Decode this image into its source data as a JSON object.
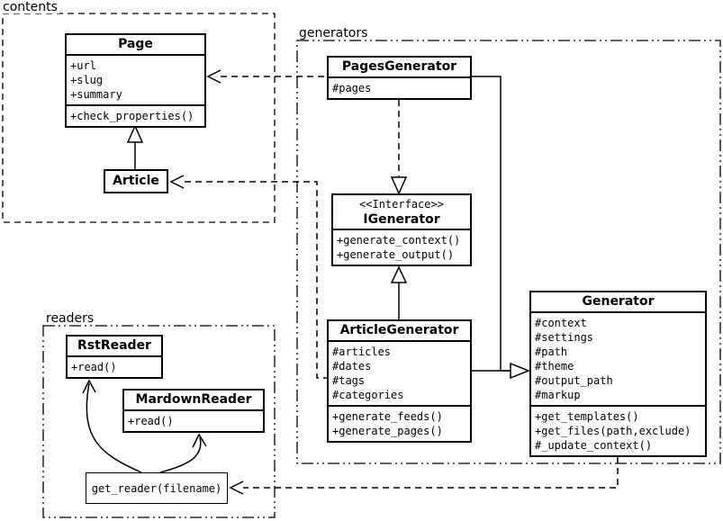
{
  "colors": {
    "stroke": "#000000",
    "background": "#ffffff"
  },
  "packages": {
    "contents": {
      "label": "contents"
    },
    "generators": {
      "label": "generators"
    },
    "readers": {
      "label": "readers"
    }
  },
  "classes": {
    "page": {
      "title": "Page",
      "attributes": [
        "+url",
        "+slug",
        "+summary"
      ],
      "methods": [
        "+check_properties()"
      ]
    },
    "article": {
      "title": "Article"
    },
    "pages_generator": {
      "title": "PagesGenerator",
      "attributes": [
        "#pages"
      ]
    },
    "igenerator": {
      "stereotype": "<<Interface>>",
      "title": "IGenerator",
      "methods": [
        "+generate_context()",
        "+generate_output()"
      ]
    },
    "article_generator": {
      "title": "ArticleGenerator",
      "attributes": [
        "#articles",
        "#dates",
        "#tags",
        "#categories"
      ],
      "methods": [
        "+generate_feeds()",
        "+generate_pages()"
      ]
    },
    "generator": {
      "title": "Generator",
      "attributes": [
        "#context",
        "#settings",
        "#path",
        "#theme",
        "#output_path",
        "#markup"
      ],
      "methods": [
        "+get_templates()",
        "+get_files(path,exclude)",
        "#_update_context()"
      ]
    },
    "rst_reader": {
      "title": "RstReader",
      "methods": [
        "+read()"
      ]
    },
    "markdown_reader": {
      "title": "MardownReader",
      "methods": [
        "+read()"
      ]
    },
    "get_reader": {
      "label": "get_reader(filename)"
    }
  }
}
